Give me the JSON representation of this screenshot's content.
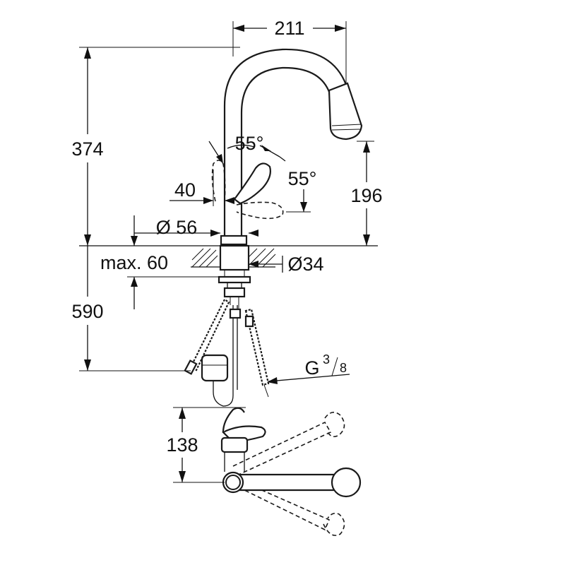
{
  "dimensions": {
    "spout_reach": "211",
    "total_height": "374",
    "spout_height": "196",
    "lever_offset": "40",
    "lever_angle_up": "55°",
    "lever_angle_side": "55°",
    "base_diameter": "Ø 56",
    "hole_diameter": "Ø34",
    "max_deck_thickness": "max. 60",
    "hose_length": "590",
    "thread_size_prefix": "G",
    "thread_size_num": "3",
    "thread_size_den": "8",
    "top_view_depth": "138"
  }
}
